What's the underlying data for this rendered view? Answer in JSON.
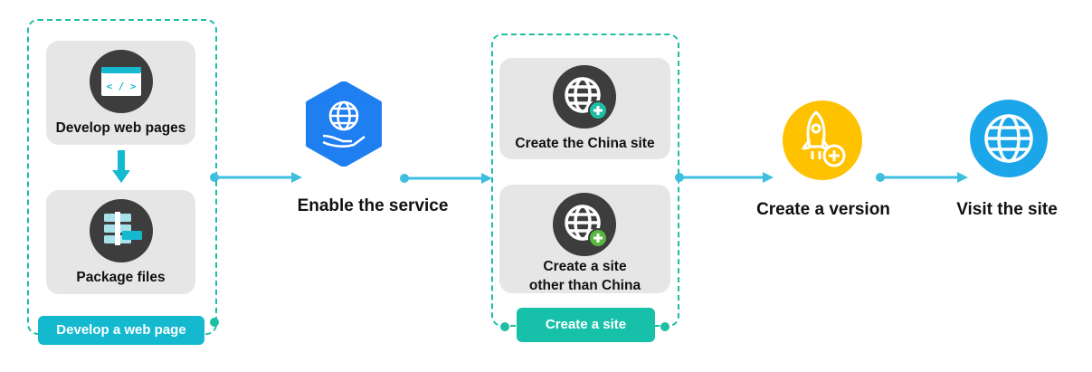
{
  "groups": {
    "develop": {
      "tag": "Develop a web page",
      "cards": [
        {
          "label": "Develop web pages",
          "icon": "code-window-icon"
        },
        {
          "label": "Package files",
          "icon": "package-files-icon"
        }
      ]
    },
    "site": {
      "tag": "Create a site",
      "cards": [
        {
          "label": "Create the China site",
          "icon": "globe-add-icon"
        },
        {
          "label_line1": "Create a site",
          "label_line2": "other than China",
          "icon": "globe-add-icon"
        }
      ]
    }
  },
  "steps": {
    "enable_service": {
      "label": "Enable the service",
      "icon": "hand-globe-icon"
    },
    "create_version": {
      "label": "Create a version",
      "icon": "rocket-add-icon"
    },
    "visit_site": {
      "label": "Visit the site",
      "icon": "globe-icon"
    }
  },
  "colors": {
    "teal": "#1ebea5",
    "connector": "#3ebfe0",
    "dark_icon": "#3d3d3d",
    "card_bg": "#e6e6e6",
    "develop_tag": "#14b9d0",
    "site_tag": "#17c0a9",
    "service_blue": "#1f7ef0",
    "version_yellow": "#ffc200",
    "visit_blue": "#1aa6e8",
    "plus_green": "#58b840"
  }
}
